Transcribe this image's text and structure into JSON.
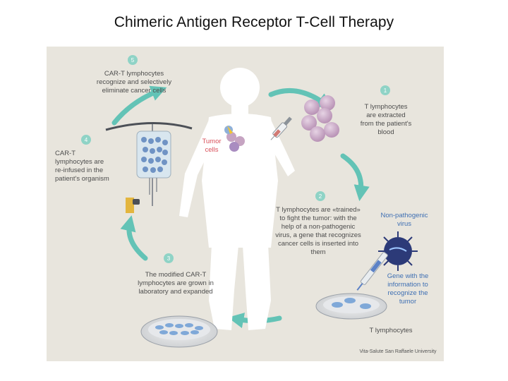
{
  "title": "Chimeric Antigen Receptor T-Cell Therapy",
  "colors": {
    "panel_background": "#e8e5dd",
    "arrow": "#63c3b6",
    "step_badge": "#8fd3c6",
    "t_cell": "#c6a4c2",
    "blue_text": "#3e6fb3",
    "tumor_text": "#d9505a"
  },
  "steps": [
    {
      "number": "1",
      "lines": [
        "T lymphocytes",
        "are extracted",
        "from the patient's",
        "blood"
      ]
    },
    {
      "number": "2",
      "lines": [
        "T lymphocytes are «trained»",
        "to fight the tumor: with the",
        "help of a non-pathogenic",
        "virus, a gene that recognizes",
        "cancer cells is inserted into",
        "them"
      ]
    },
    {
      "number": "3",
      "lines": [
        "The modified CAR-T",
        "lymphocytes are grown in",
        "laboratory and expanded"
      ]
    },
    {
      "number": "4",
      "lines": [
        "CAR-T",
        "lymphocytes are",
        "re-infused in the",
        "patient's organism"
      ]
    },
    {
      "number": "5",
      "lines": [
        "CAR-T lymphocytes",
        "recognize and selectively",
        "eliminate cancer cells"
      ]
    }
  ],
  "labels": {
    "tumor": [
      "Tumor",
      "cells"
    ],
    "virus": [
      "Non-pathogenic",
      "virus"
    ],
    "gene": [
      "Gene with the",
      "information to",
      "recognize the",
      "tumor"
    ],
    "dish": "T lymphocytes",
    "credit": "Vita-Salute San Raffaele University"
  },
  "icons": [
    "t-lymphocyte-icon",
    "human-silhouette-icon",
    "syringe-icon",
    "iv-bag-icon",
    "virus-icon",
    "petri-dish-icon",
    "pipette-icon",
    "tumor-cell-icon"
  ]
}
